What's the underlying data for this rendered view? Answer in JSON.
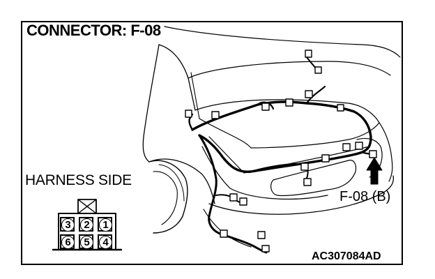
{
  "title": "CONNECTOR: F-08",
  "harness_side": "HARNESS SIDE",
  "connector_label": "F-08 (B)",
  "diagram_code": "AC307084AD",
  "pins_top": [
    "3",
    "2",
    "1"
  ],
  "pins_bottom": [
    "6",
    "5",
    "4"
  ],
  "colors": {
    "line": "#000000",
    "background": "#ffffff"
  }
}
